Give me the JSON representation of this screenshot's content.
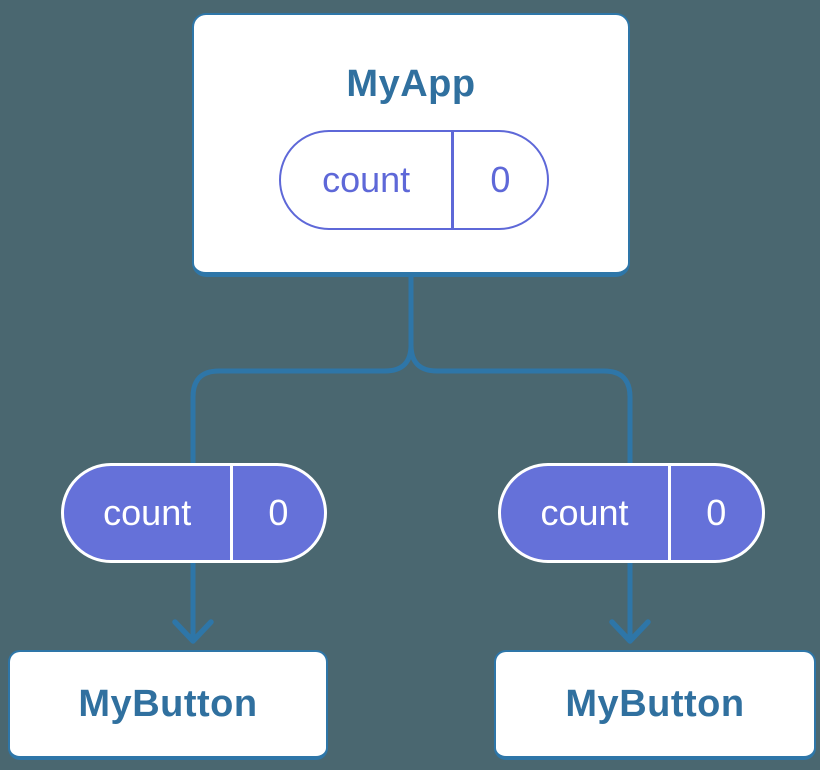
{
  "colors": {
    "background": "#4A6770",
    "connector": "#2E76A8",
    "node_bg": "#FFFFFF",
    "title_text": "#30709F",
    "purple_accent": "#5E68D8",
    "purple_fill": "#6571D9",
    "pill_text": "#FFFFFF"
  },
  "diagram": {
    "root": {
      "title": "MyApp",
      "state_name": "count",
      "state_value": "0"
    },
    "children": [
      {
        "title": "MyButton",
        "prop_name": "count",
        "prop_value": "0"
      },
      {
        "title": "MyButton",
        "prop_name": "count",
        "prop_value": "0"
      }
    ]
  }
}
